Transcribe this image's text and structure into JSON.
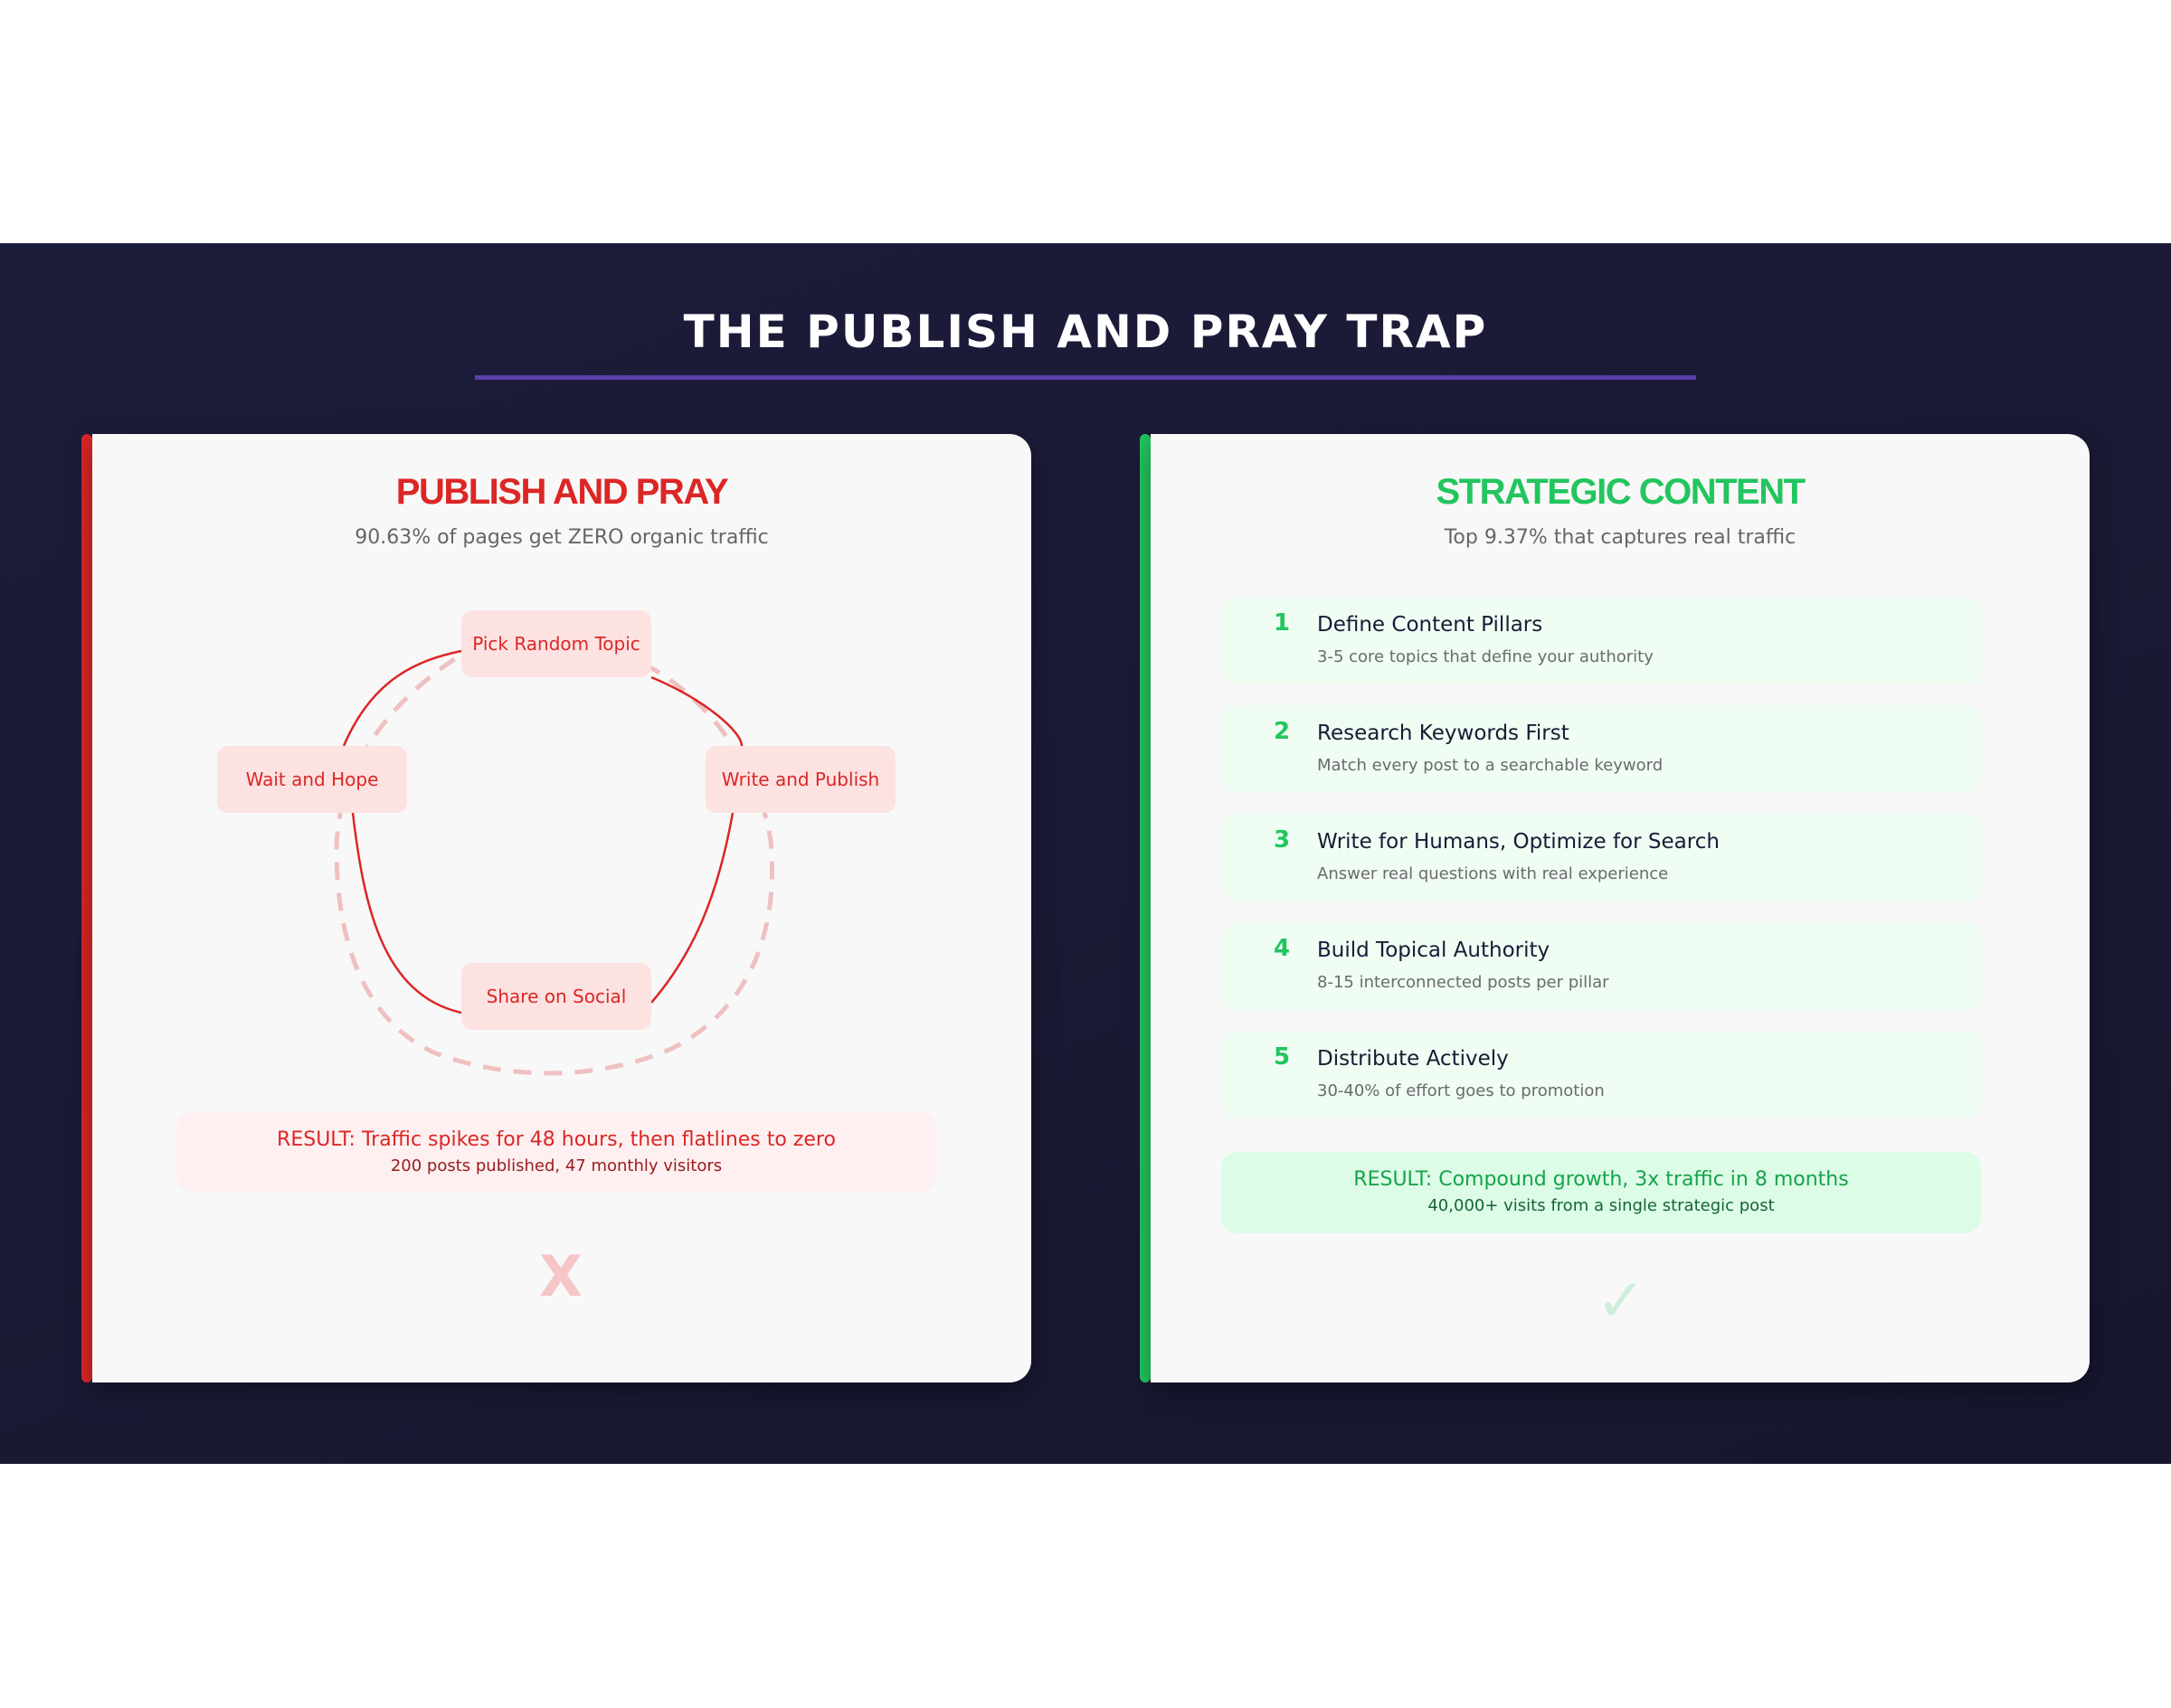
{
  "header": {
    "title": "THE PUBLISH AND PRAY TRAP"
  },
  "colors": {
    "background_dark": "#1a1a36",
    "title_rule": "#5b3fa6",
    "bad": "#dc2626",
    "good": "#22c55e"
  },
  "left_panel": {
    "title": "PUBLISH AND PRAY",
    "subtitle": "90.63% of pages get ZERO organic traffic",
    "cycle": [
      {
        "label": "Pick Random Topic"
      },
      {
        "label": "Write and Publish"
      },
      {
        "label": "Share on Social"
      },
      {
        "label": "Wait and Hope"
      }
    ],
    "result": {
      "main": "RESULT: Traffic spikes for 48 hours, then flatlines to zero",
      "sub": "200 posts published, 47 monthly visitors"
    },
    "verdict_icon": "X"
  },
  "right_panel": {
    "title": "STRATEGIC CONTENT",
    "subtitle": "Top 9.37% that captures real traffic",
    "steps": [
      {
        "num": "1",
        "title": "Define Content Pillars",
        "desc": "3-5 core topics that define your authority"
      },
      {
        "num": "2",
        "title": "Research Keywords First",
        "desc": "Match every post to a searchable keyword"
      },
      {
        "num": "3",
        "title": "Write for Humans, Optimize for Search",
        "desc": "Answer real questions with real experience"
      },
      {
        "num": "4",
        "title": "Build Topical Authority",
        "desc": "8-15 interconnected posts per pillar"
      },
      {
        "num": "5",
        "title": "Distribute Actively",
        "desc": "30-40% of effort goes to promotion"
      }
    ],
    "result": {
      "main": "RESULT: Compound growth, 3x traffic in 8 months",
      "sub": "40,000+ visits from a single strategic post"
    },
    "verdict_icon": "✓"
  }
}
